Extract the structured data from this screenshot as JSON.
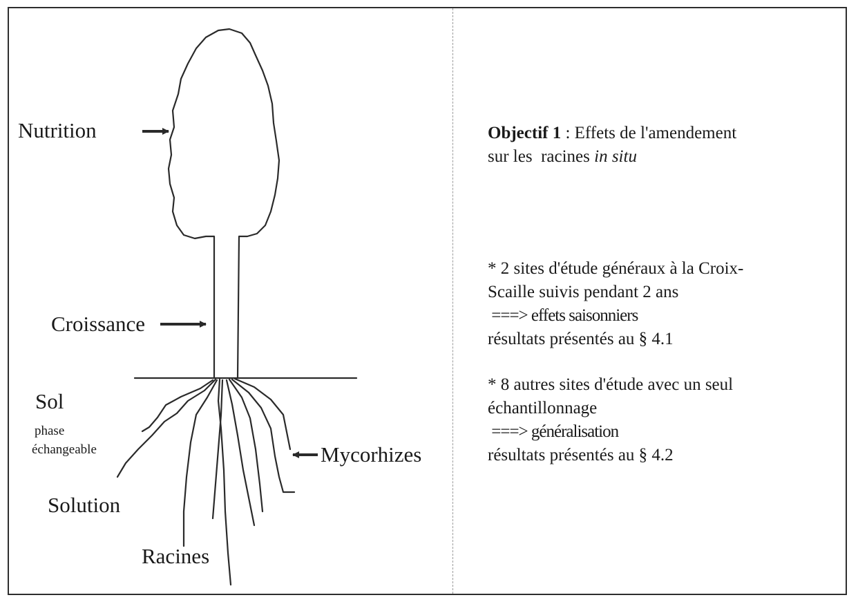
{
  "diagram": {
    "labels": {
      "nutrition": "Nutrition",
      "croissance": "Croissance",
      "sol": "Sol",
      "phase": "phase",
      "echangeable": "échangeable",
      "solution": "Solution",
      "racines": "Racines",
      "mycorhizes": "Mycorhizes"
    }
  },
  "objective": {
    "title_bold": "Objectif 1",
    "title_rest": " : Effets de l'amendement",
    "line2_prefix": "sur les  racines ",
    "line2_italic": "in situ"
  },
  "section1": {
    "line1": "* 2 sites d'étude généraux à la Croix-",
    "line2": "Scaille suivis pendant 2 ans",
    "arrow": " ===> effets saisonniers",
    "result": "résultats présentés au § 4.1"
  },
  "section2": {
    "line1": "* 8 autres sites d'étude avec un seul",
    "line2": "échantillonnage",
    "arrow": " ===> généralisation",
    "result": "résultats présentés au § 4.2"
  },
  "colors": {
    "ink": "#1a1a1a",
    "stroke": "#2a2a2a",
    "divider": "#9a9a9a"
  }
}
